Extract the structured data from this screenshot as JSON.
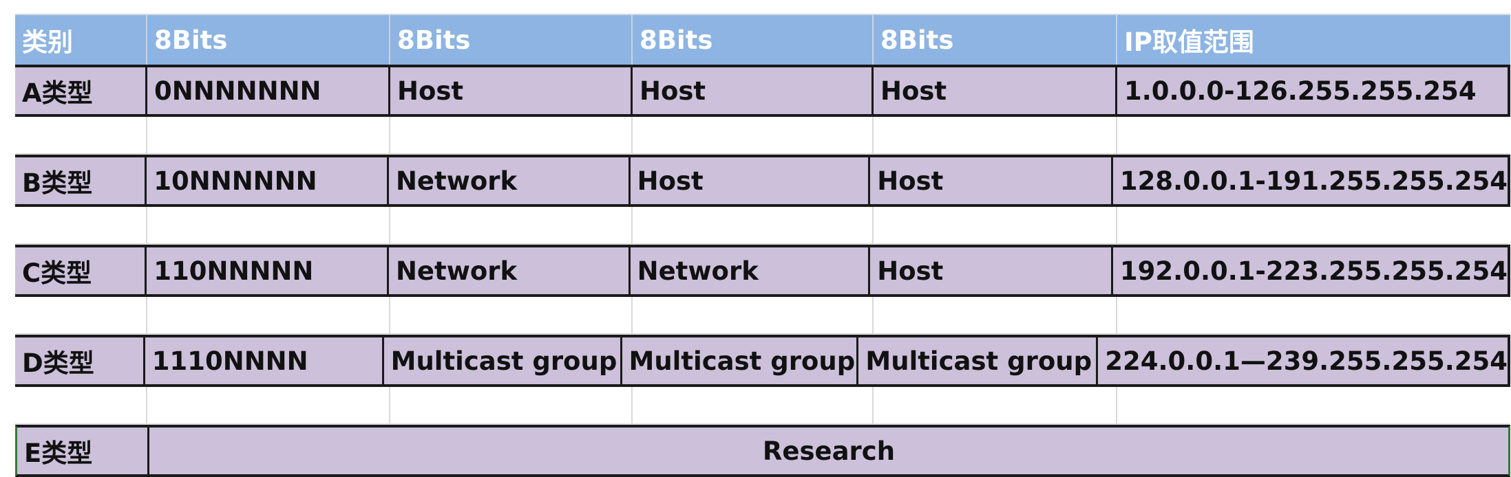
{
  "header": {
    "category": "类别",
    "bits1": "8Bits",
    "bits2": "8Bits",
    "bits3": "8Bits",
    "bits4": "8Bits",
    "ip_range": "IP取值范围"
  },
  "rows": [
    {
      "type": "A类型",
      "b1": "0NNNNNNN",
      "b2": "Host",
      "b3": "Host",
      "b4": "Host",
      "range": "1.0.0.0-126.255.255.254"
    },
    {
      "type": "B类型",
      "b1": "10NNNNNN",
      "b2": "Network",
      "b3": "Host",
      "b4": "Host",
      "range": "128.0.0.1-191.255.255.254"
    },
    {
      "type": "C类型",
      "b1": "110NNNNN",
      "b2": "Network",
      "b3": "Network",
      "b4": "Host",
      "range": "192.0.0.1-223.255.255.254"
    },
    {
      "type": "D类型",
      "b1": "1110NNNN",
      "b2": "Multicast group",
      "b3": "Multicast group",
      "b4": "Multicast group",
      "range": "224.0.0.1—239.255.255.254"
    }
  ],
  "last_row": {
    "type": "E类型",
    "merged": "Research"
  }
}
